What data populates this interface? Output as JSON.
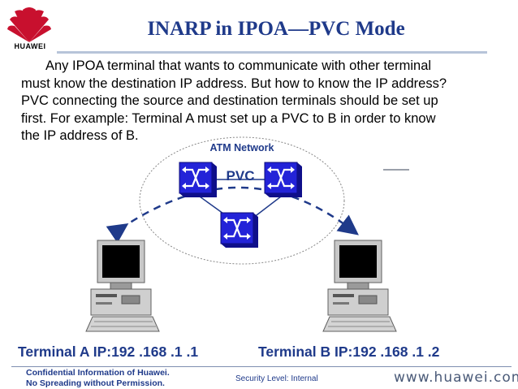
{
  "logo": {
    "text": "HUAWEI",
    "brand_color": "#c8102e"
  },
  "slide": {
    "title": "INARP in IPOA—PVC Mode",
    "lines": [
      "Any IPOA terminal that wants to communicate with other terminal",
      "must know the destination IP address. But how to know the IP address?",
      "PVC connecting the source and destination terminals should be set up",
      "first. For example: Terminal A must set up a PVC to B in order to know",
      "the IP address of B."
    ]
  },
  "diagram": {
    "network_label": "ATM Network",
    "pvc_label": "PVC",
    "switch_color": "#2323d8",
    "link_color": "#1f3a8a",
    "terminal_a_label": "Terminal A IP:192 .168 .1 .1",
    "terminal_b_label": "Terminal B IP:192 .168 .1 .2"
  },
  "footer": {
    "confidential_line1": "Confidential Information of Huawei.",
    "confidential_line2": "No Spreading without Permission.",
    "security": "Security Level: Internal",
    "url": "www.huawei.com"
  }
}
